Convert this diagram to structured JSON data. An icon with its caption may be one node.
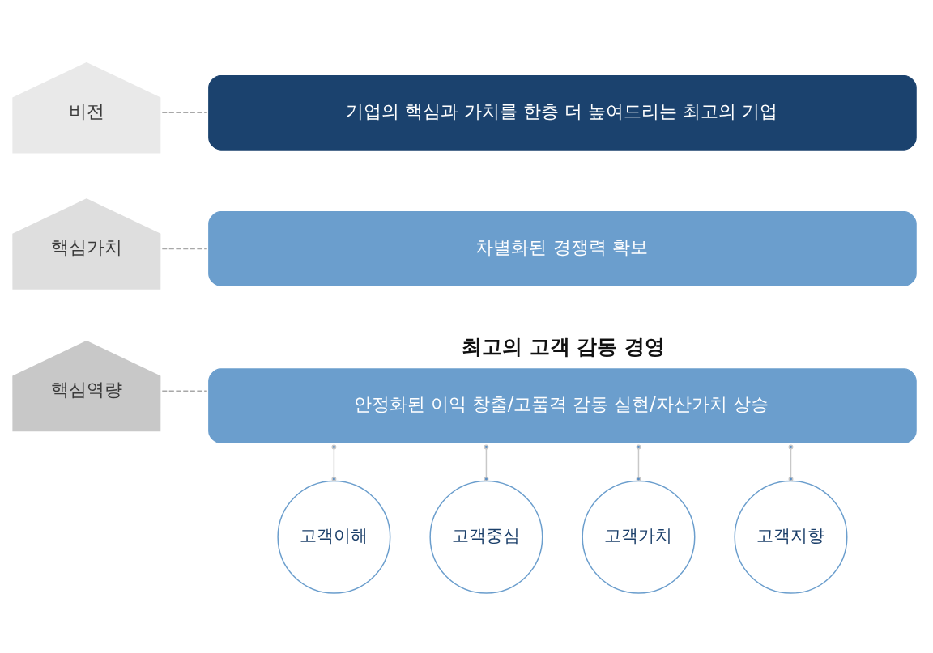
{
  "diagram": {
    "nodes": [
      {
        "text": [
          "비전"
        ]
      },
      {
        "text": [
          "기업의 핵심과 가치를 한층 더 높여드리는 최고의 기업"
        ]
      },
      {
        "text": [
          "핵심가치"
        ]
      },
      {
        "text": [
          "차별화된 경쟁력 확보"
        ]
      },
      {
        "text": [
          "핵심역량"
        ]
      },
      {
        "text": [
          "최고의 고객 감동 경영",
          "안정화된 이익 창출/고품격 감동 실현/자산가치 상승"
        ]
      },
      {
        "text": [
          "고객이해"
        ]
      },
      {
        "text": [
          "고객중심"
        ]
      },
      {
        "text": [
          "고객가치"
        ]
      },
      {
        "text": [
          "고객지향"
        ]
      }
    ],
    "edges": [
      {
        "from": 0,
        "to": 1,
        "arrow": "none",
        "style": "dashed"
      },
      {
        "from": 2,
        "to": 3,
        "arrow": "none",
        "style": "dashed"
      },
      {
        "from": 4,
        "to": 5,
        "arrow": "none",
        "style": "dashed"
      },
      {
        "from": 5,
        "to": 6,
        "arrow": "other"
      },
      {
        "from": 5,
        "to": 7,
        "arrow": "other"
      },
      {
        "from": 5,
        "to": 8,
        "arrow": "other"
      },
      {
        "from": 5,
        "to": 9,
        "arrow": "other"
      }
    ]
  }
}
